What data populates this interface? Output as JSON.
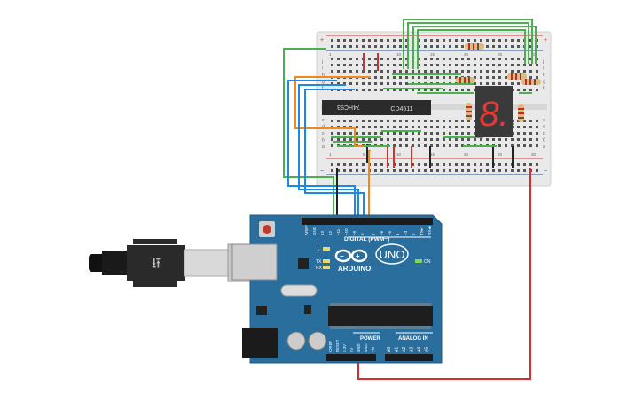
{
  "colors": {
    "wire_green": "#4caf50",
    "wire_blue": "#1e88e5",
    "wire_orange": "#ef8a1a",
    "wire_red": "#d32f2f",
    "wire_black": "#222222",
    "board_blue": "#2a6e9e",
    "breadboard": "#e9e9e9",
    "segment_red": "#e53935"
  },
  "breadboard": {
    "rail_plus": "+",
    "rail_minus": "−",
    "row_letters_top": [
      "j",
      "i",
      "h",
      "g",
      "f"
    ],
    "row_letters_bottom": [
      "e",
      "d",
      "c",
      "b",
      "a"
    ],
    "column_numbers": [
      "1",
      "5",
      "10",
      "15",
      "20",
      "25",
      "30"
    ]
  },
  "chips": {
    "counter_label": "74HC93",
    "decoder_label": "CD4511"
  },
  "display": {
    "digit": "8."
  },
  "arduino": {
    "logo_text": "ARDUINO",
    "model_text": "UNO",
    "digital_label": "DIGITAL (PWM~)",
    "power_label": "POWER",
    "analog_label": "ANALOG IN",
    "on_label": "ON",
    "l_label": "L",
    "tx_label": "TX",
    "rx_label": "RX",
    "digital_pins": [
      "AREF",
      "GND",
      "13",
      "12",
      "~11",
      "~10",
      "~9",
      "8",
      "7",
      "~6",
      "~5",
      "4",
      "~3",
      "2",
      "TX▸1",
      "RX◂0"
    ],
    "power_pins": [
      "IOREF",
      "RESET",
      "3.3V",
      "5V",
      "GND",
      "GND",
      "Vin"
    ],
    "analog_pins": [
      "A0",
      "A1",
      "A2",
      "A3",
      "A4",
      "A5"
    ]
  },
  "usb": {
    "symbol": "⭿"
  }
}
